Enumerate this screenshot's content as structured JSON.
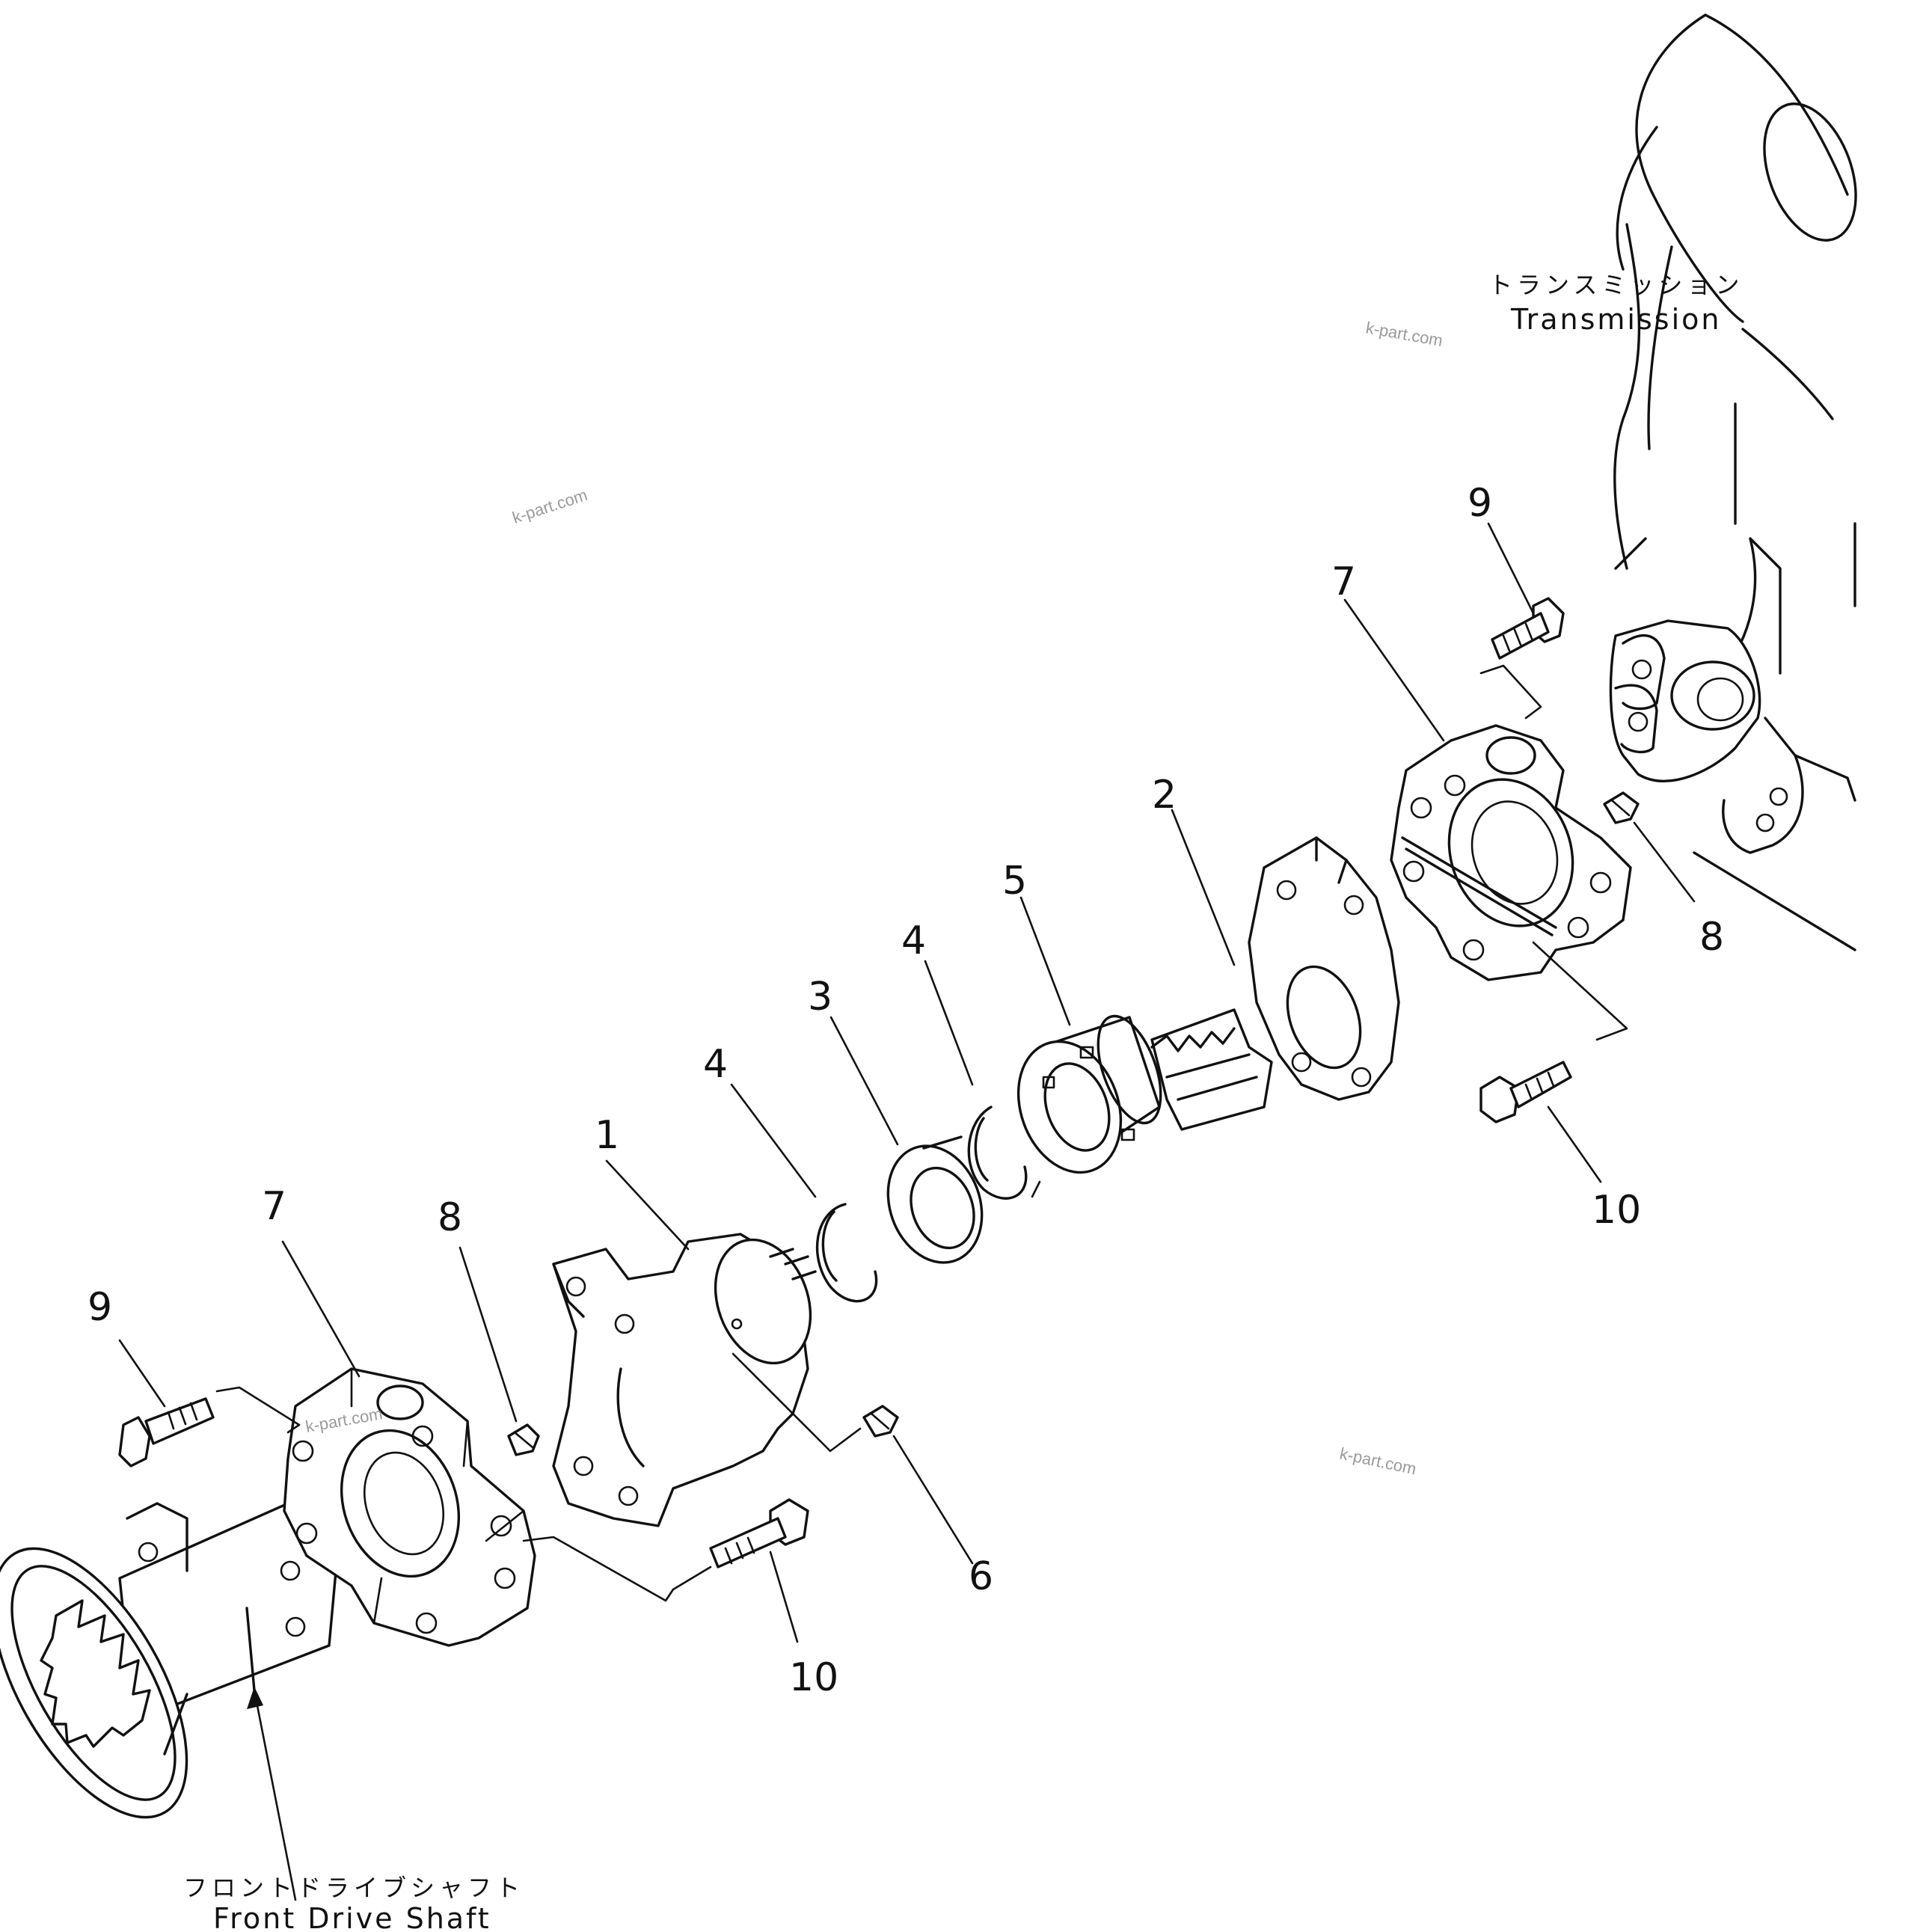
{
  "callouts": {
    "c1": "1",
    "c2": "2",
    "c3": "3",
    "c4a": "4",
    "c4b": "4",
    "c5": "5",
    "c6": "6",
    "c7a": "7",
    "c7b": "7",
    "c8a": "8",
    "c8b": "8",
    "c9a": "9",
    "c9b": "9",
    "c10a": "10",
    "c10b": "10"
  },
  "captions": {
    "transmission_jp": "トランスミッション",
    "transmission_en": "Transmission",
    "front_drive_shaft_jp": "フロントドライブシャフト",
    "front_drive_shaft_en": "Front Drive Shaft"
  },
  "watermarks": {
    "w1": "k-part.com",
    "w2": "k-part.com",
    "w3": "k-part.com",
    "w4": "k-part.com"
  }
}
